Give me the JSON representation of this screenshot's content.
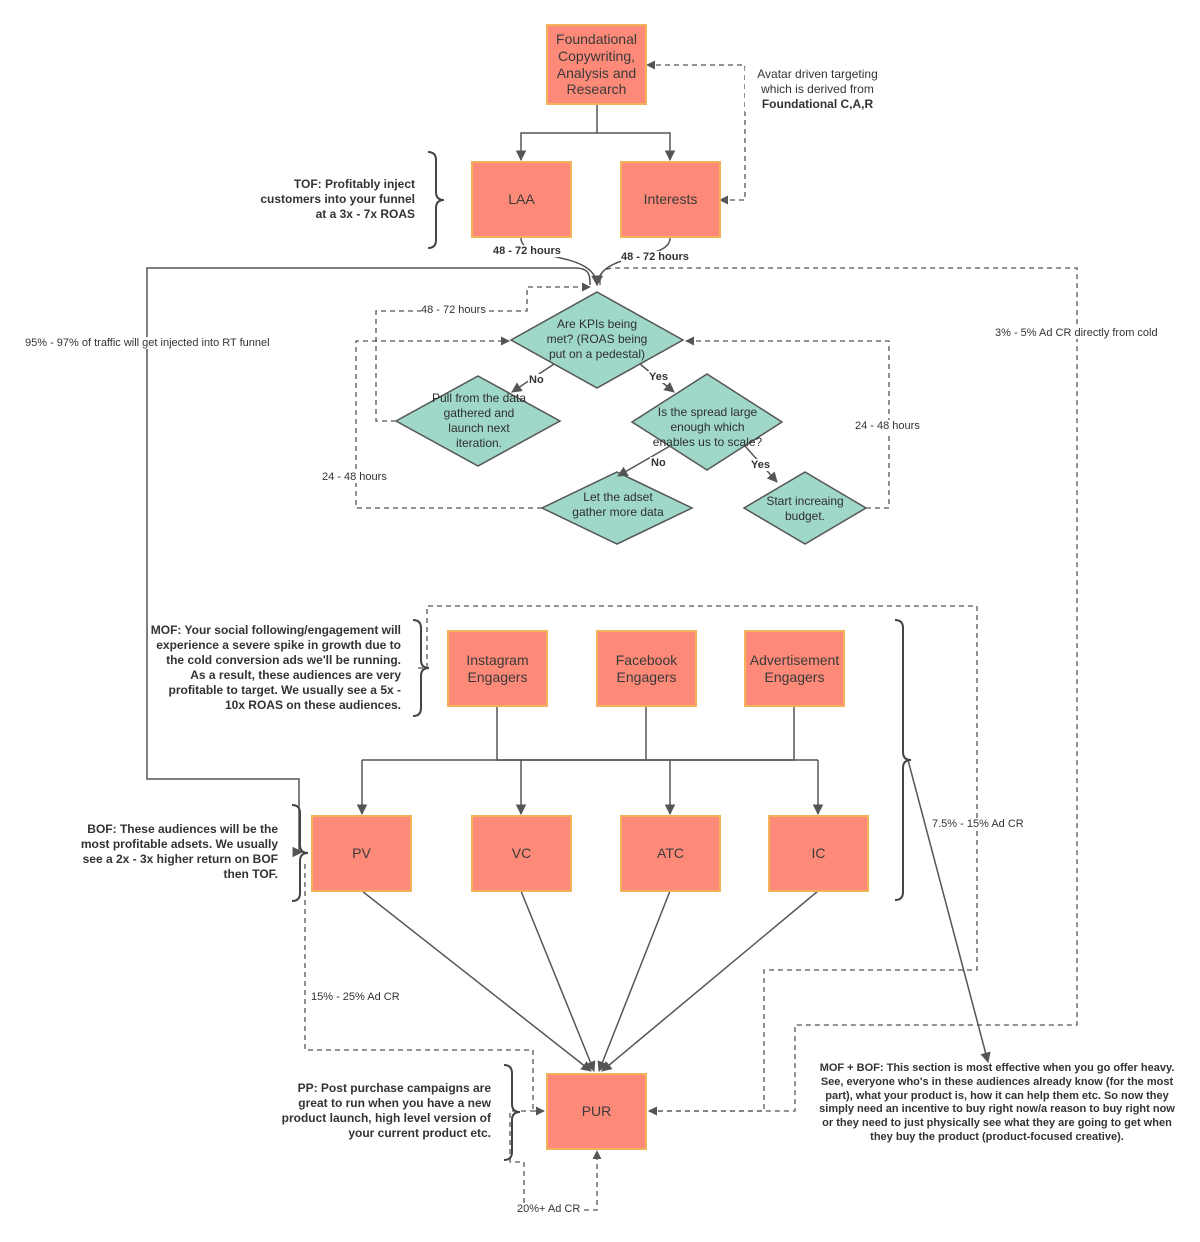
{
  "nodes": {
    "foundational": "Foundational Copywriting, Analysis and Research",
    "laa": "LAA",
    "interests": "Interests",
    "kpi": "Are KPIs being met? (ROAS being put on a pedestal)",
    "pull": "Pull from the data gathered and launch next iteration.",
    "spread": "Is the spread large enough which enables us to scale?",
    "let": "Let the adset gather more data",
    "start": "Start increaing budget.",
    "instagram": "Instagram Engagers",
    "facebook": "Facebook Engagers",
    "advert": "Advertisement Engagers",
    "pv": "PV",
    "vc": "VC",
    "atc": "ATC",
    "ic": "IC",
    "pur": "PUR"
  },
  "decisions": {
    "no1": "No",
    "yes1": "Yes",
    "no2": "No",
    "yes2": "Yes"
  },
  "labels": {
    "avatar_line1": "Avatar driven targeting",
    "avatar_line2": "which is derived from",
    "avatar_bold": "Foundational C,A,R",
    "laa_time": "48 - 72 hours",
    "interests_time": "48 - 72 hours",
    "pull_loop": "48 - 72 hours",
    "left_loop": "24 - 48 hours",
    "right_loop": "24 - 48 hours",
    "rt_funnel": "95% - 97% of traffic will get injected into RT funnel",
    "cold_cr": "3% - 5% Ad CR directly from cold",
    "mof_cr": "7.5% - 15% Ad CR",
    "bof_cr": "15% - 25% Ad CR",
    "pp_cr": "20%+ Ad CR"
  },
  "notes": {
    "tof": "TOF: Profitably inject customers into your funnel at a 3x - 7x ROAS",
    "mof": "MOF: Your social following/engagement will experience a severe spike in growth due to the cold conversion ads we'll be running. As a result, these audiences are very profitable to target. We usually see a 5x - 10x ROAS on these audiences.",
    "bof": "BOF: These audiences will be the most profitable adsets. We usually see a 2x - 3x higher return on BOF then TOF.",
    "pp": "PP: Post purchase campaigns are great to run when you have a new product launch, high level version of your current product etc.",
    "mofbof": "MOF + BOF: This section is most effective when you go offer heavy. See, everyone who's in these audiences already know (for the most part), what your product is, how it can help them etc. So now they simply need an incentive to buy right now/a reason to buy right now or they need to just physically see what they are going to get when they buy the product (product-focused creative)."
  },
  "colors": {
    "box_fill": "#fd8a78",
    "box_border": "#f3b15a",
    "diamond_fill": "#9fd8c8",
    "line": "#555555"
  }
}
